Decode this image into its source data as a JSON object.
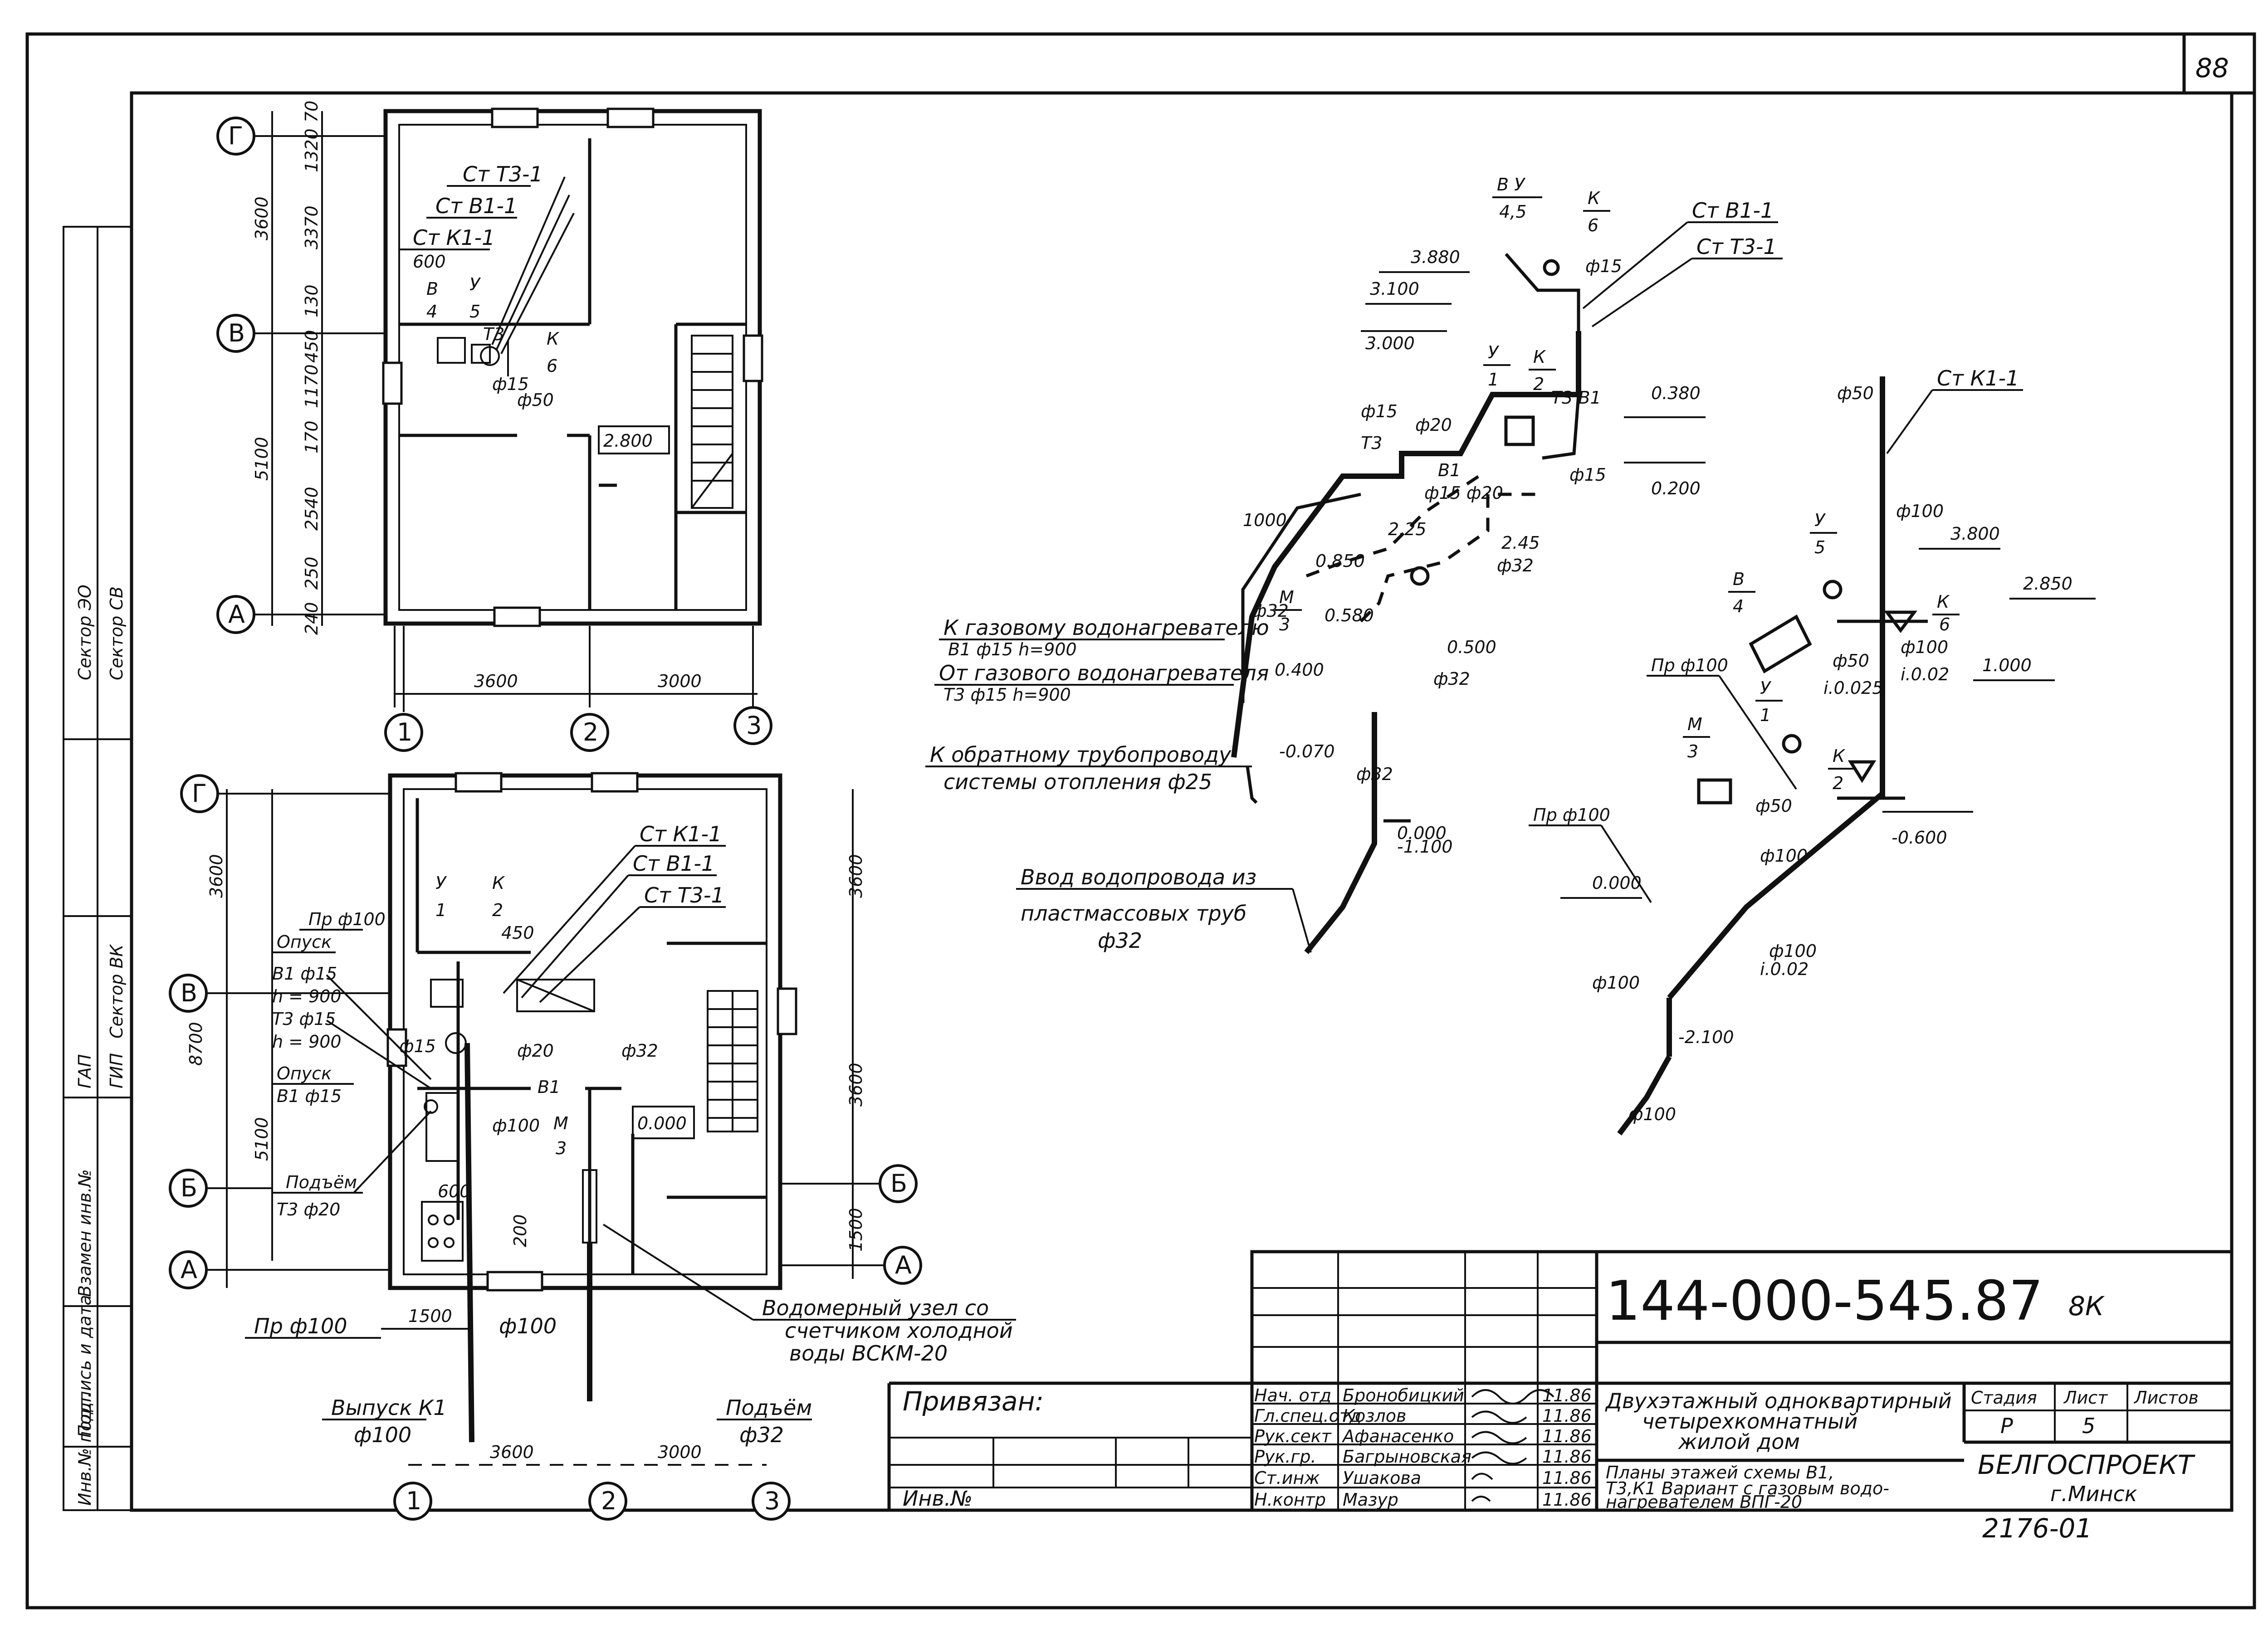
{
  "sheet": {
    "sheet_corner_number": "88",
    "stamp_code": "144-000-545.87",
    "stamp_suffix": "8К",
    "privyazan": "Привязан:",
    "inv_no": "Инв.№",
    "bottom_number": "2176-01",
    "title": "Двухэтажный одноквартирный четырехкомнатный жилой дом",
    "title_line1": "Двухэтажный одноквартирный",
    "title_line2": "четырехкомнатный",
    "title_line3": "жилой дом",
    "sheet_desc_line1": "Планы этажей схемы В1,",
    "sheet_desc_line2": "Т3,К1 Вариант с газовым водо-",
    "sheet_desc_line3": "нагревателем ВПГ-20",
    "org_line1": "БЕЛГОСПРОЕКТ",
    "org_line2": "г.Минск",
    "stage_label": "Стадия",
    "sheet_label": "Лист",
    "sheets_label": "Листов",
    "stage_value": "Р",
    "sheet_value": "5",
    "signers": [
      {
        "role": "Нач. отд",
        "name": "Бронобицкий",
        "date": "11.86"
      },
      {
        "role": "Гл.спец.отд",
        "name": "Козлов",
        "date": "11.86"
      },
      {
        "role": "Рук.сект",
        "name": "Афанасенко",
        "date": "11.86"
      },
      {
        "role": "Рук.гр.",
        "name": "Багрыновская",
        "date": "11.86"
      },
      {
        "role": "Ст.инж",
        "name": "Ушакова",
        "date": "11.86"
      },
      {
        "role": "Н.контр",
        "name": "Мазур",
        "date": "11.86"
      }
    ],
    "side_labels": [
      "Инв.№ подл.",
      "Подпись и дата",
      "Взамен инв.№",
      "ГАП",
      "ГИП",
      "Сектор ВК",
      "Сектор ЭО",
      "Сектор СВ"
    ]
  },
  "axes": {
    "rows": [
      "Г",
      "В",
      "Б",
      "А"
    ],
    "cols": [
      "1",
      "2",
      "3"
    ]
  },
  "plan_upper": {
    "dims_vertical": [
      "3600",
      "5100",
      "70",
      "1320",
      "3370",
      "130",
      "450",
      "1170",
      "170",
      "2540",
      "250",
      "240"
    ],
    "dims_horizontal": [
      "3600",
      "3000"
    ],
    "risers": [
      "Ст Т3-1",
      "Ст В1-1",
      "Ст К1-1"
    ],
    "notes": [
      "600",
      "В",
      "4",
      "У",
      "5",
      "Т3",
      "К",
      "6",
      "ф15",
      "ф50"
    ],
    "level": "2.800"
  },
  "plan_lower": {
    "dims_vertical": [
      "3600",
      "8700",
      "5100",
      "3600",
      "3600",
      "1500"
    ],
    "dims_horizontal": [
      "1500",
      "3600",
      "3000"
    ],
    "risers": [
      "Ст К1-1",
      "Ст В1-1",
      "Ст Т3-1"
    ],
    "labels": [
      "Пр ф100",
      "Опуск",
      "В1 ф15",
      "h = 900",
      "Т3 ф15",
      "h = 900",
      "Опуск",
      "В1 ф15",
      "Подъём",
      "Т3 ф20",
      "ф15",
      "ф20",
      "ф32",
      "ф100",
      "М",
      "3",
      "В1",
      "У",
      "1",
      "К",
      "2",
      "450",
      "600",
      "200"
    ],
    "level": "0.000",
    "vypusk_line1": "Выпуск К1",
    "vypusk_line2": "ф100",
    "podyom_line1": "Подъём",
    "podyom_line2": "ф32",
    "vodomer_line1": "Водомерный узел со",
    "vodomer_line2": "счетчиком холодной",
    "vodomer_line3": "воды ВСКМ-20",
    "pr_bottom": "Пр ф100",
    "f100_bottom": "ф100"
  },
  "scheme_v1": {
    "risers": [
      "Ст В1-1",
      "Ст Т3-1"
    ],
    "levels": [
      "3.880",
      "3.100",
      "3.000",
      "2.25",
      "0.850",
      "0.580",
      "0.400",
      "-0.070",
      "0.380",
      "0.200"
    ],
    "pipes": [
      "ф15",
      "ф20",
      "ф32",
      "ф15",
      "ф15",
      "ф32",
      "ф32"
    ],
    "fixtures": [
      "В У",
      "4,5",
      "К",
      "6",
      "У",
      "1",
      "К",
      "2",
      "М",
      "3",
      "Т3",
      "В1",
      "1000",
      "ф32",
      "Т3 В1",
      "ф15 ф20",
      "2.45",
      "0.500",
      "0.000"
    ],
    "gas_heater_line1": "К газовому водонагревателю",
    "gas_heater_line2": "В1 ф15  h=900",
    "gas_heater_line3": "От газового водонагревателя",
    "gas_heater_line4": "Т3 ф15  h=900",
    "return_line1": "К обратному трубопроводу",
    "return_line2": "системы отопления ф25",
    "intake_line1": "Ввод водопровода из",
    "intake_line2": "пластмассовых труб",
    "intake_line3": "ф32",
    "intake_level": "-1.100"
  },
  "scheme_k1": {
    "riser": "Ст К1-1",
    "levels": [
      "3.800",
      "2.850",
      "1.000",
      "-0.600",
      "0.000",
      "-2.100"
    ],
    "pipes": [
      "ф100",
      "ф50",
      "ф100",
      "ф50",
      "ф100",
      "ф100",
      "ф100",
      "ф100"
    ],
    "slopes": [
      "i.0.025",
      "i.0.02",
      "i.0.02"
    ],
    "fixtures": [
      "У",
      "5",
      "В",
      "4",
      "К",
      "6",
      "У",
      "1",
      "М",
      "3",
      "К",
      "2"
    ],
    "pr": "Пр ф100",
    "pr2": "Пр ф100",
    "top_vent": "ф50"
  }
}
